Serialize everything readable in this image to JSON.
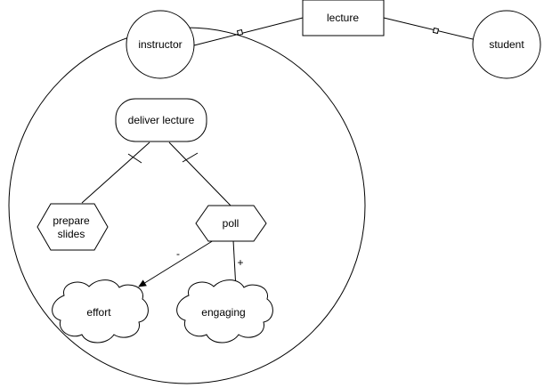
{
  "nodes": {
    "instructor": "instructor",
    "student": "student",
    "lecture": "lecture",
    "deliver_lecture": "deliver lecture",
    "prepare_slides_line1": "prepare",
    "prepare_slides_line2": "slides",
    "poll": "poll",
    "effort": "effort",
    "engaging": "engaging"
  },
  "edge_labels": {
    "poll_to_effort": "-",
    "poll_to_engaging": "+"
  },
  "colors": {
    "stroke": "#000000",
    "fill": "#ffffff",
    "background": "#ffffff"
  }
}
